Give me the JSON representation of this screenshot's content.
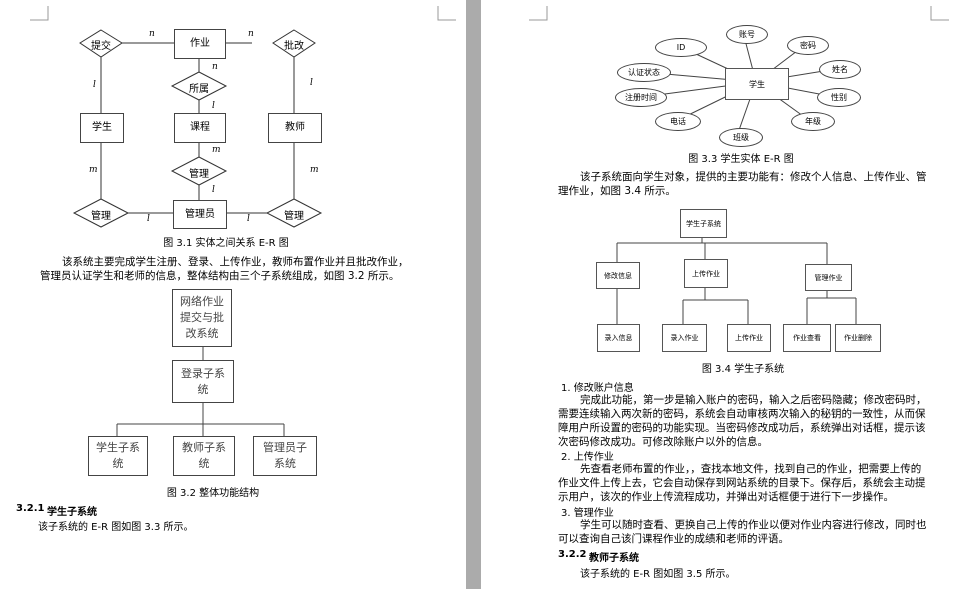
{
  "left": {
    "er": {
      "entities": {
        "zuoye": "作业",
        "xuesheng": "学生",
        "kecheng": "课程",
        "jiaoshi": "教师",
        "guanliyuan": "管理员"
      },
      "relations": {
        "tijiao": "提交",
        "pigai": "批改",
        "suoshu": "所属",
        "guanli_mid": "管理",
        "guanli_left": "管理",
        "guanli_right": "管理"
      },
      "cards": {
        "c1": "n",
        "c2": "n",
        "c3": "l",
        "c4": "l",
        "c5": "n",
        "c6": "l",
        "c7": "m",
        "c8": "m",
        "c9": "l",
        "c10": "m",
        "c11": "l",
        "c12": "l"
      }
    },
    "fig31_caption": "图 3.1 实体之间关系 E-R 图",
    "para1": [
      "该系统主要完成学生注册、登录、上传作业，教师布置作业并且批改作业，",
      "管理员认证学生和老师的信息，整体结构由三个子系统组成，如图 3.2 所示。"
    ],
    "tree": {
      "root": [
        "网络作业",
        "提交与批",
        "改系统"
      ],
      "login": [
        "登录子系",
        "统"
      ],
      "student": [
        "学生子系",
        "统"
      ],
      "teacher": [
        "教师子系",
        "统"
      ],
      "admin": [
        "管理员子",
        "系统"
      ]
    },
    "fig32_caption": "图 3.2  整体功能结构",
    "section_num": "3.2.1",
    "section_title": "学生子系统",
    "section_para": "该子系统的 E-R 图如图 3.3 所示。"
  },
  "right": {
    "student_er": {
      "center": "学生",
      "attrs": {
        "zhanghao": "账号",
        "mima": "密码",
        "xingming": "姓名",
        "xingbie": "性别",
        "nianji": "年级",
        "banji": "班级",
        "dianhua": "电话",
        "zhuceshijian": "注册时间",
        "renzhengzhuangtai": "认证状态",
        "id": "ID"
      }
    },
    "fig33_caption": "图 3.3  学生实体 E-R 图",
    "para1": [
      "该子系统面向学生对象，提供的主要功能有：修改个人信息、上传作业、管",
      "理作业，如图 3.4 所示。"
    ],
    "tree": {
      "root": "学生子系统",
      "l1": [
        "修改信息",
        "上传作业",
        "管理作业"
      ],
      "l2": [
        "录入信息",
        "录入作业",
        "上传作业",
        "作业查看",
        "作业删除"
      ]
    },
    "fig34_caption": "图 3.4  学生子系统",
    "item1_title": "1.  修改账户信息",
    "item1_lines": [
      "完成此功能，第一步是输入账户的密码，输入之后密码隐藏；修改密码时，",
      "需要连续输入两次新的密码，系统会自动审核两次输入的秘钥的一致性，从而保",
      "障用户所设置的密码的功能实现。当密码修改成功后，系统弹出对话框，提示该",
      "次密码修改成功。可修改除账户以外的信息。"
    ],
    "item2_title": "2.  上传作业",
    "item2_lines": [
      "先查看老师布置的作业，，查找本地文件，找到自己的作业，把需要上传的",
      "作业文件上传上去，它会自动保存到网站系统的目录下。保存后，系统会主动提",
      "示用户，该次的作业上传流程成功，并弹出对话框便于进行下一步操作。"
    ],
    "item3_title": "3.  管理作业",
    "item3_lines": [
      "学生可以随时查看、更换自己上传的作业以便对作业内容进行修改，同时也",
      "可以查询自己该门课程作业的成绩和老师的评语。"
    ],
    "section_num": "3.2.2",
    "section_title": "教师子系统",
    "section_para": "该子系统的 E-R 图如图 3.5 所示。"
  }
}
